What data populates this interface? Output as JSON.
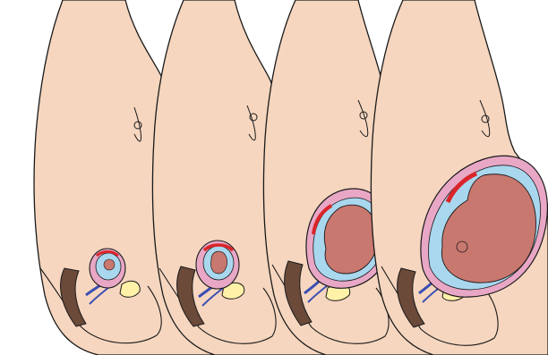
{
  "figure": {
    "stages": [
      {
        "id": "stage-1",
        "uterus_fill": "#e9a7c6"
      },
      {
        "id": "stage-2",
        "uterus_fill": "#e9a7c6"
      },
      {
        "id": "stage-3",
        "uterus_fill": "#e9a7c6"
      },
      {
        "id": "stage-4",
        "uterus_fill": "#e9a7c6"
      }
    ],
    "colors": {
      "skin": "#f6d6bf",
      "outline": "#1a1a1a",
      "uterus_wall": "#e9a7c6",
      "amniotic_fluid": "#a9d7ee",
      "fetus": "#c9786f",
      "placenta": "#d9262a",
      "bladder": "#fff2a8",
      "vessels": "#3b4fb3",
      "rectum": "#6b4a3a",
      "background": "#ffffff"
    }
  }
}
